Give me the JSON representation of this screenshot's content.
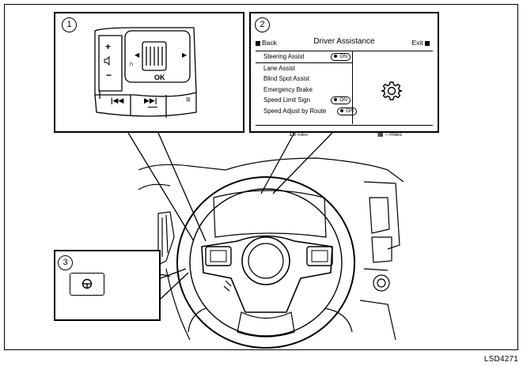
{
  "callouts": {
    "one": "1",
    "two": "2",
    "three": "3"
  },
  "caption": "LSD4271",
  "controls": {
    "ok_label": "OK",
    "plus_label": "+",
    "minus_label": "−",
    "icons": [
      "volume-icon",
      "up-arrow-icon",
      "left-arrow-icon",
      "right-arrow-icon",
      "skip-back-icon",
      "skip-forward-icon",
      "menu-icon"
    ]
  },
  "screen": {
    "back_label": "Back",
    "title": "Driver Assistance",
    "exit_label": "Exit",
    "menu": [
      {
        "label": "Steering Assist",
        "toggle": "ON"
      },
      {
        "label": "Lane Assist",
        "toggle": ""
      },
      {
        "label": "Blind Spot Assist",
        "toggle": ""
      },
      {
        "label": "Emergency Brake",
        "toggle": ""
      },
      {
        "label": "Speed Limit Sign",
        "toggle": "ON"
      },
      {
        "label": "Speed Adjust by Route",
        "toggle": "ON"
      }
    ],
    "range_value": "16",
    "range_unit": "miles",
    "fuel_label": "---miles",
    "icon": "gear-icon"
  },
  "steering_button_icon": "steering-wheel-icon"
}
